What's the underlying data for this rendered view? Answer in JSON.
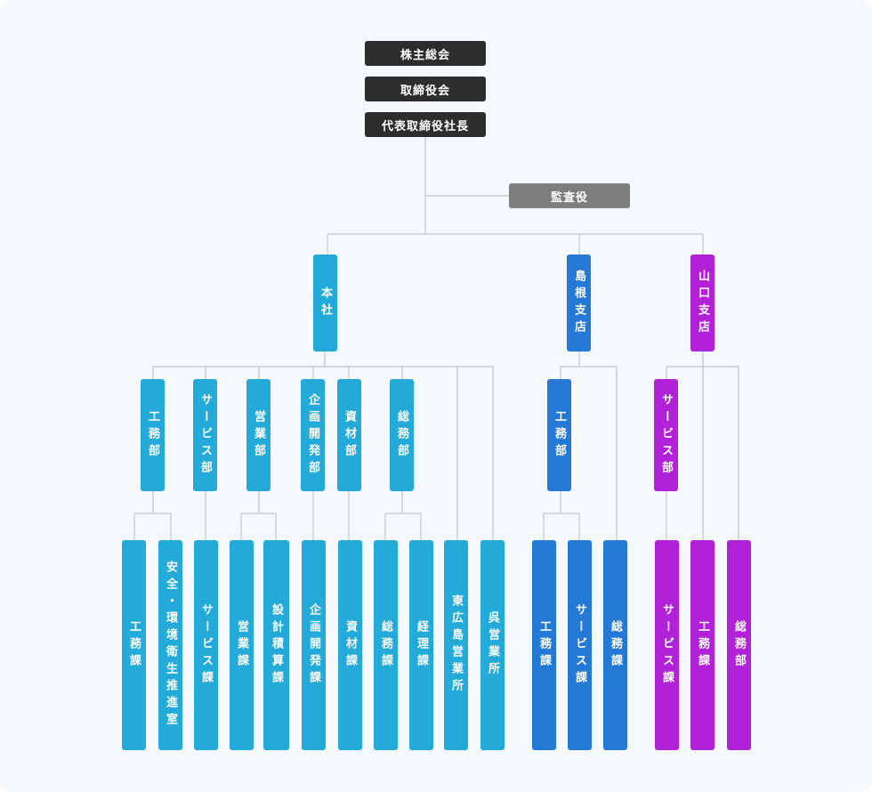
{
  "top": {
    "shareholders": "株主総会",
    "board": "取締役会",
    "president": "代表取締役社長",
    "auditor": "監査役"
  },
  "colors": {
    "dark": "#2d2d2d",
    "auditor": "#7d7d7d",
    "head_office": "#23aad8",
    "shimane": "#2478d6",
    "yamaguchi": "#b021d8",
    "connector": "#c4c4c4"
  },
  "head_office": {
    "label": "本社",
    "departments": {
      "construction": "工務部",
      "service": "サービス部",
      "sales": "営業部",
      "planning": "企画開発部",
      "materials": "資材部",
      "general_affairs": "総務部"
    },
    "sections": {
      "construction": "工務課",
      "safety": "安全・環境衛生推進室",
      "service": "サービス課",
      "sales": "営業課",
      "design_estimation": "設計積算課",
      "planning": "企画開発課",
      "materials": "資材課",
      "general_affairs": "総務課",
      "accounting": "経理課",
      "higashihiroshima": "東広島営業所",
      "kure": "呉営業所"
    }
  },
  "shimane_branch": {
    "label": "島根支店",
    "departments": {
      "construction": "工務部"
    },
    "sections": {
      "construction": "工務課",
      "service": "サービス課",
      "general_affairs": "総務課"
    }
  },
  "yamaguchi_branch": {
    "label": "山口支店",
    "departments": {
      "service": "サービス部"
    },
    "sections": {
      "service": "サービス課",
      "construction": "工務課",
      "general_affairs": "総務部"
    }
  }
}
